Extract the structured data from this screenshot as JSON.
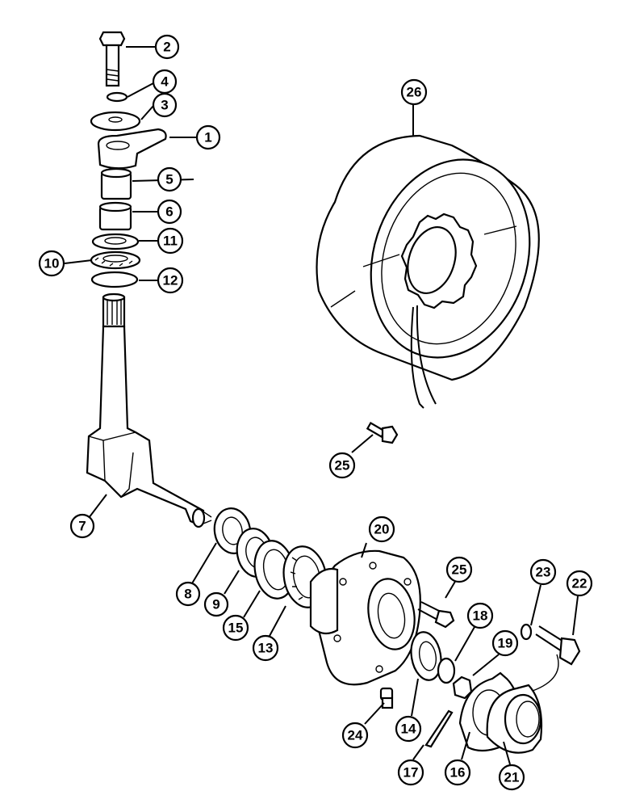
{
  "callouts": [
    {
      "key": "c1",
      "label": "1"
    },
    {
      "key": "c2",
      "label": "2"
    },
    {
      "key": "c3",
      "label": "3"
    },
    {
      "key": "c4",
      "label": "4"
    },
    {
      "key": "c5",
      "label": "5"
    },
    {
      "key": "c6",
      "label": "6"
    },
    {
      "key": "c7",
      "label": "7"
    },
    {
      "key": "c8",
      "label": "8"
    },
    {
      "key": "c9",
      "label": "9"
    },
    {
      "key": "c10",
      "label": "10"
    },
    {
      "key": "c11",
      "label": "11"
    },
    {
      "key": "c12",
      "label": "12"
    },
    {
      "key": "c13",
      "label": "13"
    },
    {
      "key": "c14",
      "label": "14"
    },
    {
      "key": "c15",
      "label": "15"
    },
    {
      "key": "c16",
      "label": "16"
    },
    {
      "key": "c17",
      "label": "17"
    },
    {
      "key": "c18",
      "label": "18"
    },
    {
      "key": "c19",
      "label": "19"
    },
    {
      "key": "c20",
      "label": "20"
    },
    {
      "key": "c21",
      "label": "21"
    },
    {
      "key": "c22",
      "label": "22"
    },
    {
      "key": "c23",
      "label": "23"
    },
    {
      "key": "c24",
      "label": "24"
    },
    {
      "key": "c25a",
      "label": "25"
    },
    {
      "key": "c25b",
      "label": "25"
    },
    {
      "key": "c26",
      "label": "26"
    }
  ]
}
